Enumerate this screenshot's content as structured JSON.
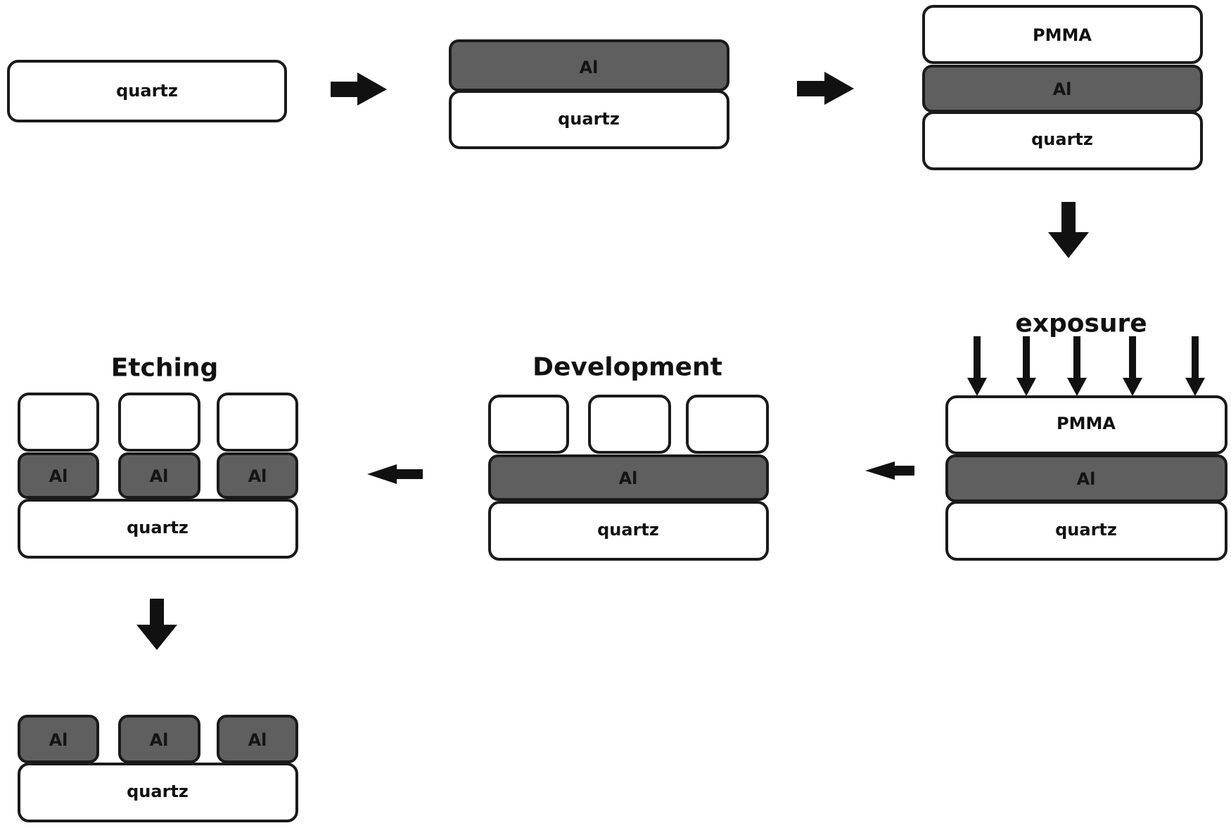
{
  "colors": {
    "al_fill": "#5f5f5f",
    "outline": "#1a1a1a",
    "background": "#ffffff"
  },
  "labels": {
    "quartz": "quartz",
    "al": "Al",
    "pmma": "PMMA"
  },
  "steps": {
    "exposure": "exposure",
    "development": "Development",
    "etching": "Etching"
  }
}
